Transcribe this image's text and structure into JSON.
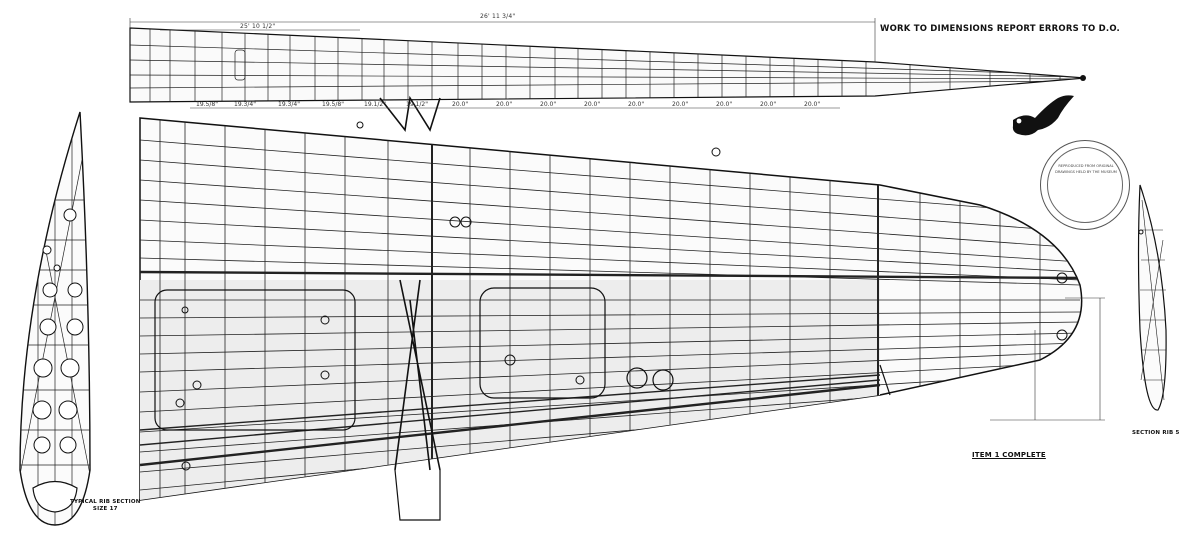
{
  "notes": {
    "work_to_dimensions": "WORK TO DIMENSIONS REPORT ERRORS TO D.O."
  },
  "labels": {
    "item": "ITEM 1 COMPLETE",
    "typical_rib_line1": "TYPICAL RIB SECTION",
    "typical_rib_line2": "SIZE 17",
    "section_label": "SECTION RIB 5"
  },
  "top_dimensions": {
    "overall": "26' 11 3/4\"",
    "partial": "25' 10 1/2\"",
    "spans": [
      "19.5/8\"",
      "19.3/4\"",
      "19.3/4\"",
      "19.5/8\"",
      "19.1/2\"",
      "19.1/2\"",
      "20.0\"",
      "20.0\"",
      "20.0\"",
      "20.0\"",
      "20.0\"",
      "20.0\"",
      "20.0\"",
      "20.0\"",
      "20.0\""
    ]
  },
  "stamp": {
    "text": "REPRODUCED FROM ORIGINAL DRAWINGS HELD BY THE MUSEUM"
  },
  "colors": {
    "ink": "#111111",
    "paper": "#ffffff",
    "shade": "#dcdcdc"
  },
  "icons": {
    "bird": "bird-silhouette-icon"
  }
}
